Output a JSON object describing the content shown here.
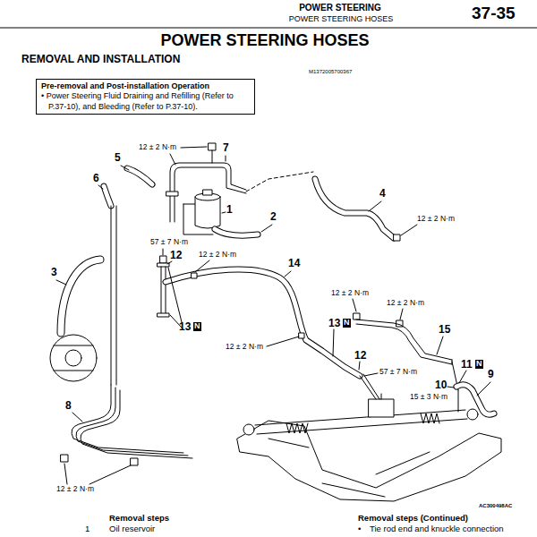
{
  "diagram": {
    "title": "POWER STEERING HOSES",
    "nodes": [
      {
        "text": [
          "Pre-removal and Post-installation Operation",
          "• Power Steering Fluid Draining and Refilling (Refer to P.37-10), and Bleeding (Refer to P.37-10)."
        ]
      }
    ],
    "labels": [
      "POWER STEERING",
      "POWER STEERING HOSES",
      "37-35",
      "REMOVAL AND INSTALLATION",
      "M1372005700367",
      "12 ± 2 N·m",
      "7",
      "5",
      "6",
      "1",
      "2",
      "4",
      "12 ± 2 N·m",
      "57 ± 7 N·m",
      "12",
      "12 ± 2 N·m",
      "14",
      "3",
      "13",
      "N",
      "12 ± 2 N·m",
      "12 ± 2 N·m",
      "13",
      "N",
      "15",
      "12 ± 2 N·m",
      "12",
      "57 ± 7 N·m",
      "11",
      "N",
      "9",
      "10",
      "15 ± 3 N·m",
      "8",
      "12 ± 2 N·m",
      "AC300498AC",
      "Removal steps",
      "1",
      "Oil reservoir",
      "Removal steps (Continued)",
      "•",
      "Tie rod end and knuckle connection"
    ]
  }
}
